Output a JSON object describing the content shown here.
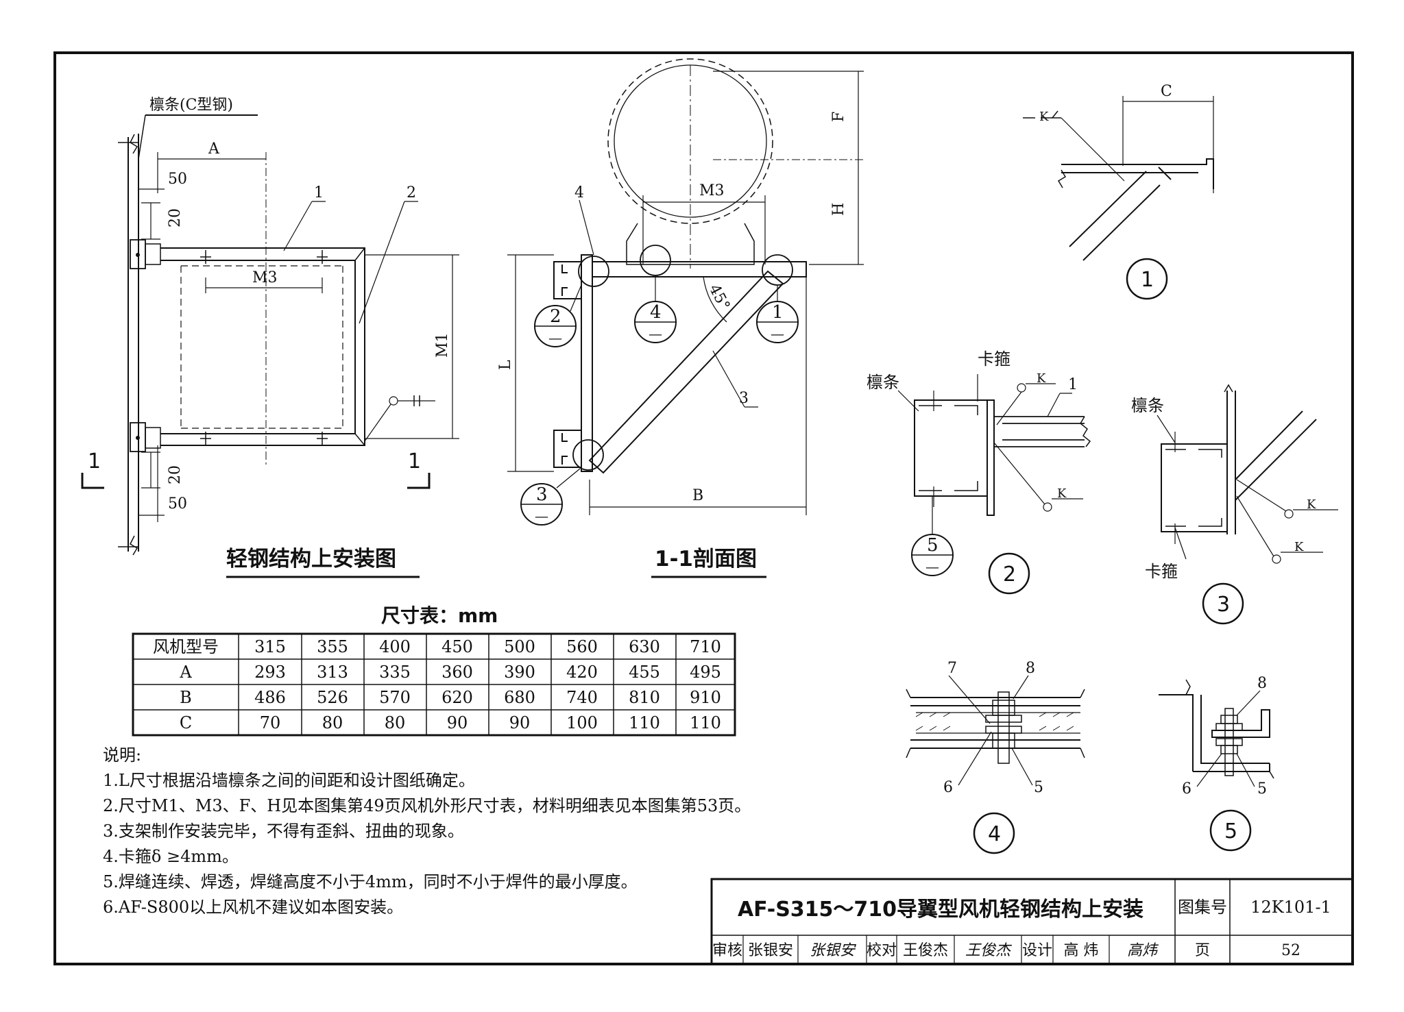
{
  "views": {
    "elevation": {
      "title": "轻钢结构上安装图",
      "purlin_label": "檩条(C型钢)",
      "dims": {
        "A": "A",
        "d50_top": "50",
        "d20_top": "20",
        "M3": "M3",
        "M1": "M1",
        "d20_bottom": "20",
        "d50_bottom": "50"
      },
      "callouts": [
        "1",
        "2"
      ],
      "section_marks": [
        "1",
        "1"
      ]
    },
    "section": {
      "title": "1-1剖面图",
      "dims": {
        "F": "F",
        "H": "H",
        "M3": "M3",
        "L": "L",
        "B": "B",
        "angle": "45°"
      },
      "callouts": [
        "4",
        "3"
      ],
      "detail_refs": [
        {
          "num": "2",
          "sheet": "—"
        },
        {
          "num": "4",
          "sheet": "—"
        },
        {
          "num": "1",
          "sheet": "—"
        },
        {
          "num": "3",
          "sheet": "—"
        }
      ]
    }
  },
  "details": {
    "d1": {
      "num": "1",
      "dim": "C",
      "weld": "K"
    },
    "d2": {
      "num": "2",
      "purlin": "檩条",
      "clamp": "卡箍",
      "weld1": "K",
      "weld2": "K",
      "callout": "1",
      "ref_num": "5",
      "ref_sheet": "—"
    },
    "d3": {
      "num": "3",
      "purlin": "檩条",
      "clamp": "卡箍",
      "weld1": "K",
      "weld2": "K"
    },
    "d4": {
      "num": "4",
      "labels": [
        "7",
        "8",
        "6",
        "5"
      ]
    },
    "d5": {
      "num": "5",
      "labels": [
        "8",
        "6",
        "5"
      ]
    }
  },
  "table": {
    "title": "尺寸表：mm",
    "header": [
      "风机型号",
      "315",
      "355",
      "400",
      "450",
      "500",
      "560",
      "630",
      "710"
    ],
    "rows": [
      [
        "A",
        "293",
        "313",
        "335",
        "360",
        "390",
        "420",
        "455",
        "495"
      ],
      [
        "B",
        "486",
        "526",
        "570",
        "620",
        "680",
        "740",
        "810",
        "910"
      ],
      [
        "C",
        "70",
        "80",
        "80",
        "90",
        "90",
        "100",
        "110",
        "110"
      ]
    ]
  },
  "notes": {
    "title": "说明:",
    "items": [
      "1.L尺寸根据沿墙檩条之间的间距和设计图纸确定。",
      "2.尺寸M1、M3、F、H见本图集第49页风机外形尺寸表，材料明细表见本图集第53页。",
      "3.支架制作安装完毕，不得有歪斜、扭曲的现象。",
      "4.卡箍δ ≥4mm。",
      "5.焊缝连续、焊透，焊缝高度不小于4mm，同时不小于焊件的最小厚度。",
      "6.AF-S800以上风机不建议如本图安装。"
    ]
  },
  "title_block": {
    "title": "AF-S315～710导翼型风机轻钢结构上安装",
    "atlas_label": "图集号",
    "atlas_no": "12K101-1",
    "review_label": "审核",
    "reviewer": "张银安",
    "reviewer_sig": "张银安",
    "check_label": "校对",
    "checker": "王俊杰",
    "checker_sig": "王俊杰",
    "design_label": "设计",
    "designer": "高 炜",
    "designer_sig": "高炜",
    "page_label": "页",
    "page_no": "52"
  }
}
